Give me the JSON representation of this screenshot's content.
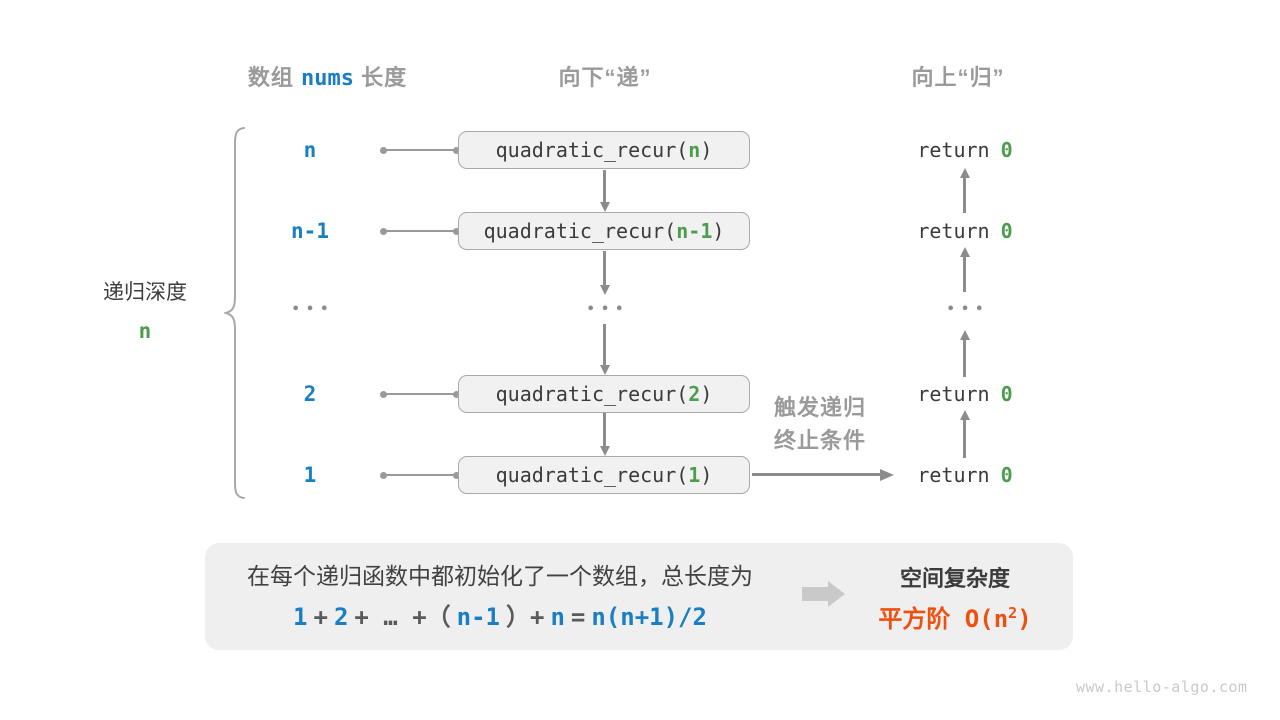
{
  "colors": {
    "blue": "#1a7ec5",
    "green": "#4d9d4f",
    "orange": "#ee500f",
    "gray_label": "#9a9a9a",
    "dark_text": "#3b3b3b",
    "arrow_gray": "#8c8c8c",
    "box_fill": "#f1f1f2",
    "panel_fill": "#efefef"
  },
  "headers": {
    "col1_prefix": "数组",
    "col1_code": "nums",
    "col1_suffix": "长度",
    "col2": "向下“递”",
    "col3": "向上“归”"
  },
  "depth": {
    "label": "递归深度",
    "value": "n"
  },
  "rows": [
    {
      "label": "n",
      "call": "quadratic_recur(",
      "arg": "n",
      "close": ")",
      "ret": "return",
      "ret_value": "0"
    },
    {
      "label": "n-1",
      "call": "quadratic_recur(",
      "arg": "n-1",
      "close": ")",
      "ret": "return",
      "ret_value": "0"
    },
    {
      "ellipsis": "•••"
    },
    {
      "label": "2",
      "call": "quadratic_recur(",
      "arg": "2",
      "close": ")",
      "ret": "return",
      "ret_value": "0"
    },
    {
      "label": "1",
      "call": "quadratic_recur(",
      "arg": "1",
      "close": ")",
      "ret": "return",
      "ret_value": "0"
    }
  ],
  "trigger": {
    "line1": "触发递归",
    "line2": "终止条件"
  },
  "summary": {
    "line1": "在每个递归函数中都初始化了一个数组，总长度为",
    "formula": {
      "t1": "1",
      "t2": "+",
      "t3": "2",
      "t4": "+ … +（",
      "t5": "n-1",
      "t6": "）+",
      "t7": "n",
      "t8": "=",
      "t9": "n(n+1)/2"
    },
    "space_title": "空间复杂度",
    "space_prefix": "平方阶 O(n",
    "space_sup": "2",
    "space_suffix": ")"
  },
  "watermark": "www.hello-algo.com"
}
